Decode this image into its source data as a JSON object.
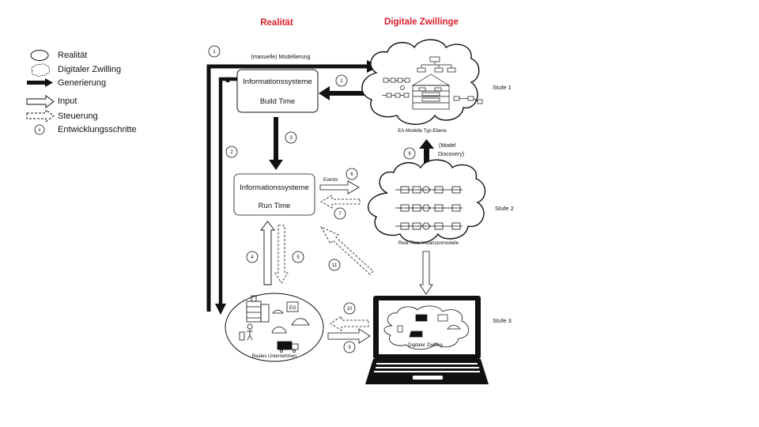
{
  "header": {
    "reality": "Realität",
    "digital_twins": "Digitale Zwillinge"
  },
  "legend": {
    "items": [
      {
        "icon": "ellipse-icon",
        "label": "Realität"
      },
      {
        "icon": "cloud-icon",
        "label": "Digitaler Zwilling"
      },
      {
        "icon": "thick-arrow-icon",
        "label": "Generierung"
      },
      {
        "icon": "hollow-arrow-icon",
        "label": "Input"
      },
      {
        "icon": "dashed-arrow-icon",
        "label": "Steuerung"
      },
      {
        "icon": "circled-x-icon",
        "label": "Entwicklungsschritte",
        "symbol": "x"
      }
    ]
  },
  "boxes": {
    "build": {
      "title": "Informationssysteme",
      "subtitle": "Build Time"
    },
    "run": {
      "title": "Informationssysteme",
      "subtitle": "Run Time"
    }
  },
  "clouds": {
    "stage1": {
      "label": "EA-Modelle Typ-Ebene",
      "stage": "Stufe 1"
    },
    "stage2": {
      "label": "Real-Time Instanzenmodelle",
      "stage": "Stufe 2"
    },
    "stage3": {
      "label": "Digitaler Zwilling",
      "stage": "Stufe 3"
    }
  },
  "reality": {
    "label": "Reales Unternehmen"
  },
  "labels": {
    "manual_modelling": "(manuelle) Modellierung",
    "model_discovery_1": "(Model",
    "model_discovery_2": "Discovery)",
    "events": "Events"
  },
  "steps": [
    "1",
    "2",
    "2",
    "3",
    "4",
    "5",
    "6",
    "7",
    "8",
    "9",
    "10",
    "11"
  ],
  "colors": {
    "heading_red": "#d81e2a",
    "ink": "#111111"
  }
}
